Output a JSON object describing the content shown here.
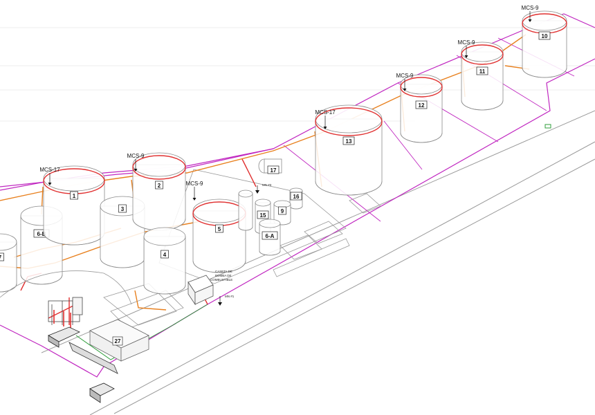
{
  "tanks": [
    {
      "id": "t10",
      "label": "10"
    },
    {
      "id": "t11",
      "label": "11"
    },
    {
      "id": "t12",
      "label": "12"
    },
    {
      "id": "t13",
      "label": "13"
    },
    {
      "id": "t1",
      "label": "1"
    },
    {
      "id": "t2",
      "label": "2"
    },
    {
      "id": "t3",
      "label": "3"
    },
    {
      "id": "t4",
      "label": "4"
    },
    {
      "id": "t5",
      "label": "5"
    },
    {
      "id": "t6b",
      "label": "6-B"
    },
    {
      "id": "t6a",
      "label": "6-A"
    },
    {
      "id": "t7",
      "label": "7"
    },
    {
      "id": "t9",
      "label": "9"
    },
    {
      "id": "t15",
      "label": "15"
    },
    {
      "id": "t16",
      "label": "16"
    },
    {
      "id": "t17",
      "label": "17"
    }
  ],
  "building_27": "27",
  "sensors": {
    "s10": "MCS-9",
    "s11": "MCS-9",
    "s12": "MCS-9",
    "s13": "MCS-17",
    "s1": "MCS-17",
    "s2": "MCS-9",
    "s5": "MCS-9"
  },
  "markers": {
    "mn3": "MN #3",
    "mn1": "MN #1"
  },
  "pump_house": {
    "line1": "CASETA DE",
    "line2": "BOMBA DE",
    "line3": "COMBUSTIBLE"
  },
  "colors": {
    "fence": "#c026c0",
    "pipe": "#e8801e",
    "fire_line": "#e03030",
    "tank_outline": "#8a8a8a",
    "ground": "#9a9a9a"
  }
}
